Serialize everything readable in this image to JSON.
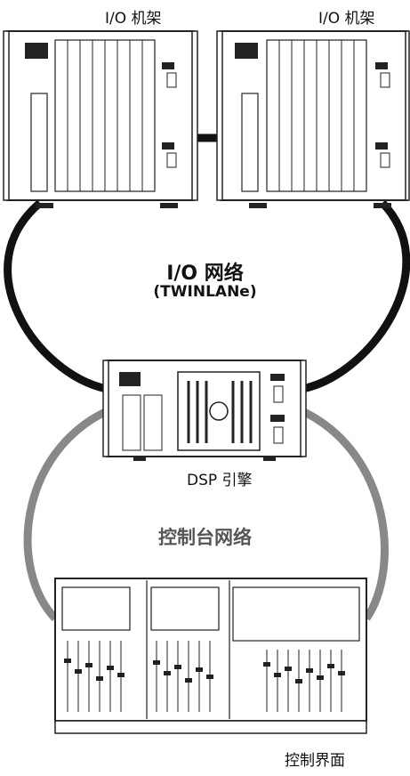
{
  "labels": {
    "io_rack_left": "I/O 机架",
    "io_rack_right": "I/O 机架",
    "io_network_title": "I/O 网络",
    "io_network_protocol": "(TWINLANe)",
    "dsp_engine": "DSP 引擎",
    "console_network": "控制台网络",
    "control_surface": "控制界面"
  },
  "colors": {
    "io_network_cable": "#111111",
    "console_network_cable": "#888888",
    "device_outline": "#222222"
  },
  "icons": [
    "io-rack-icon",
    "dsp-engine-icon",
    "control-surface-icon",
    "yamaha-logo-icon"
  ]
}
